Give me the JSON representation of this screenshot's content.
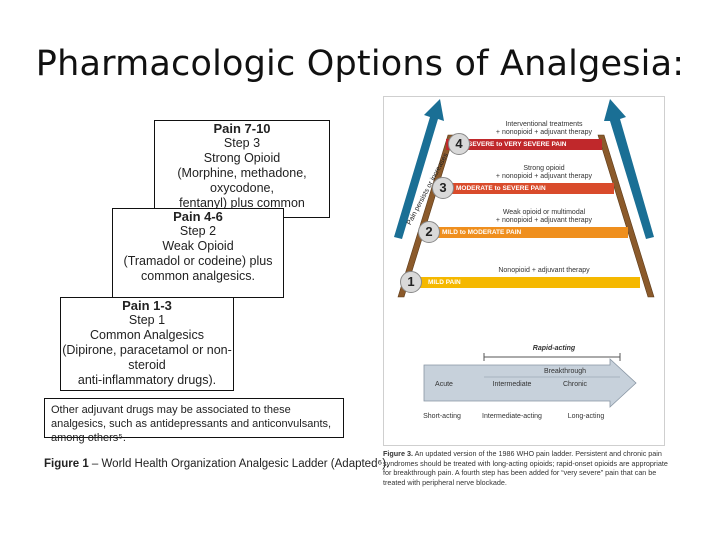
{
  "title": "Pharmacologic Options of Analgesia:",
  "who_ladder": {
    "steps": [
      {
        "header": "Pain 7-10",
        "lines": [
          "Step 3",
          "Strong Opioid",
          "(Morphine, methadone, oxycodone,",
          "fentanyl) plus common analgesics."
        ]
      },
      {
        "header": "Pain 4-6",
        "lines": [
          "Step 2",
          "Weak Opioid",
          "(Tramadol or codeine) plus",
          "common analgesics."
        ]
      },
      {
        "header": "Pain 1-3",
        "lines": [
          "Step 1",
          "Common Analgesics",
          "(Dipirone, paracetamol or non-steroid",
          "anti-inflammatory drugs)."
        ]
      }
    ],
    "note": "Other adjuvant drugs may be associated to these analgesics, such as antidepressants and anticonvulsants, among others⁵.",
    "caption_bold": "Figure 1",
    "caption_rest": " – World Health Organization Analgesic Ladder (Adapted⁶)."
  },
  "updated_ladder": {
    "arrow_label": "Pain persists or increases",
    "rungs": [
      {
        "number": "4",
        "bar": "SEVERE to VERY SEVERE PAIN",
        "desc": [
          "Interventional treatments",
          "+ nonopioid + adjuvant therapy"
        ],
        "color": "#c0282b"
      },
      {
        "number": "3",
        "bar": "MODERATE to SEVERE PAIN",
        "desc": [
          "Strong opioid",
          "+ nonopioid + adjuvant therapy"
        ],
        "color": "#d94b2b"
      },
      {
        "number": "2",
        "bar": "MILD to MODERATE PAIN",
        "desc": [
          "Weak opioid or multimodal",
          "+ nonopioid + adjuvant therapy"
        ],
        "color": "#ef8f1e"
      },
      {
        "number": "1",
        "bar": "MILD PAIN",
        "desc": [
          "Nonopioid + adjuvant therapy"
        ],
        "color": "#f5b800"
      }
    ],
    "rapid_acting": "Rapid-acting",
    "breakthrough": "Breakthrough",
    "stages": [
      "Acute",
      "Intermediate",
      "Chronic"
    ],
    "durations": [
      "Short-acting",
      "Intermediate-acting",
      "Long-acting"
    ],
    "caption_bold": "Figure 3.",
    "caption_rest": " An updated version of the 1986 WHO pain ladder. Persistent and chronic pain syndromes should be treated with long-acting opioids; rapid-onset opioids are appropriate for breakthrough pain. A fourth step has been added for “very severe” pain that can be treated with peripheral nerve blockade."
  }
}
